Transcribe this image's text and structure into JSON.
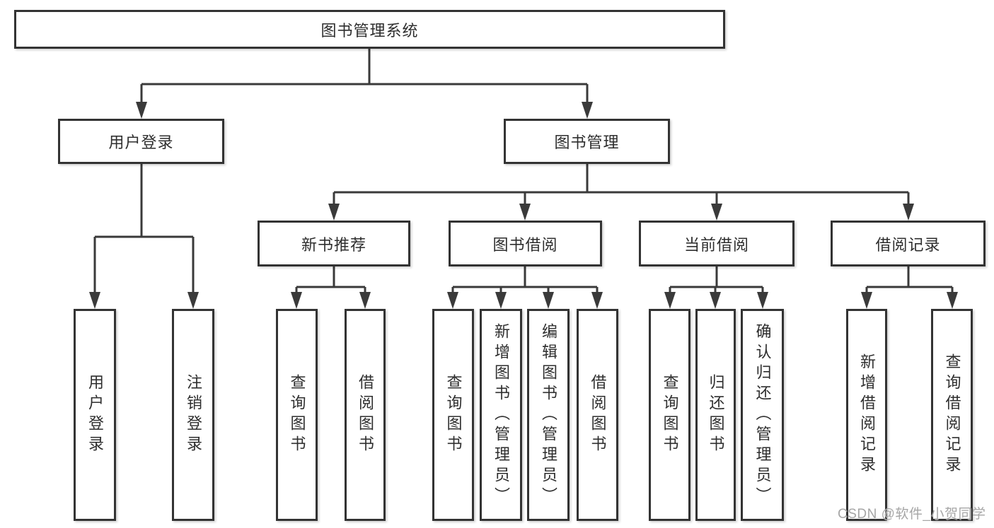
{
  "root": {
    "label": "图书管理系统"
  },
  "level2": {
    "user_login": {
      "label": "用户登录"
    },
    "book_management": {
      "label": "图书管理"
    }
  },
  "level3": {
    "new_book": {
      "label": "新书推荐"
    },
    "book_borrow": {
      "label": "图书借阅"
    },
    "current_borrow": {
      "label": "当前借阅"
    },
    "borrow_record": {
      "label": "借阅记录"
    }
  },
  "leaves": {
    "user_login": [
      "用户登录",
      "注销登录"
    ],
    "new_book": [
      "查询图书",
      "借阅图书"
    ],
    "book_borrow": [
      "查询图书",
      "新增图书（管理员）",
      "编辑图书（管理员）",
      "借阅图书"
    ],
    "current_borrow": [
      "查询图书",
      "归还图书",
      "确认归还（管理员）"
    ],
    "borrow_record": [
      "新增借阅记录",
      "查询借阅记录"
    ]
  },
  "watermark": "CSDN @软件_小贺同学",
  "colors": {
    "line": "#3a3a3a",
    "border": "#333333",
    "text": "#2e2e2e",
    "watermark": "#a6a6a6",
    "background": "#ffffff"
  }
}
